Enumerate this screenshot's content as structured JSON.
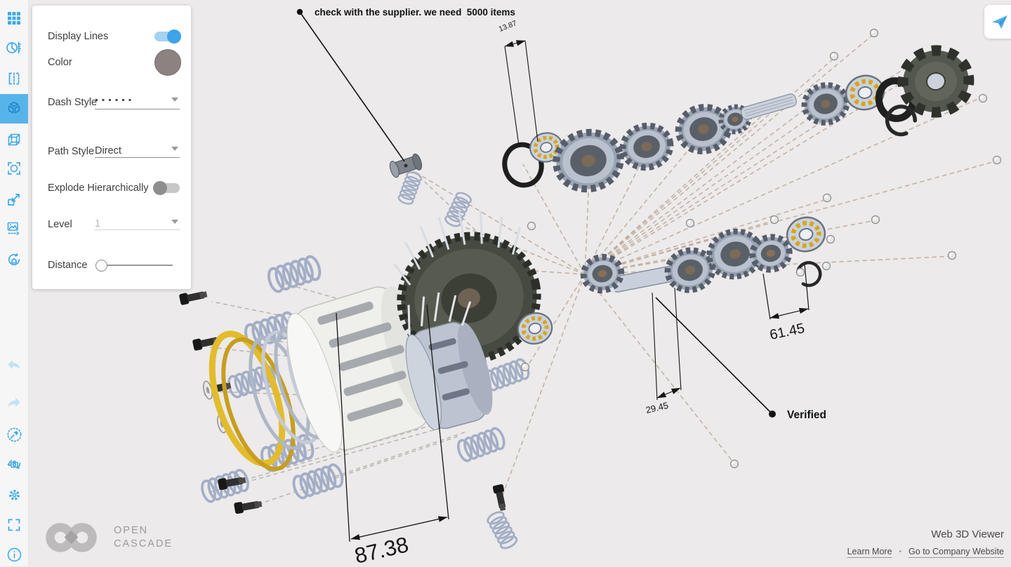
{
  "app": {
    "name": "Web 3D Viewer"
  },
  "sidebar": {
    "icons": [
      "grid",
      "measurements",
      "clipping",
      "explode",
      "cube-view",
      "fit-selection",
      "transform",
      "image-size",
      "reset-view",
      "undo",
      "redo",
      "pin-view",
      "camera-rotate",
      "settings",
      "fullscreen",
      "info"
    ],
    "active_icon": "explode"
  },
  "panel": {
    "display_lines": {
      "label": "Display Lines",
      "value": "on"
    },
    "color": {
      "label": "Color",
      "value": "#8C8280"
    },
    "dash_style": {
      "label": "Dash Style",
      "value": "dotted"
    },
    "path_style": {
      "label": "Path Style",
      "value": "Direct"
    },
    "explode_hierarchically": {
      "label": "Explode Hierarchically",
      "value": "off"
    },
    "level": {
      "label": "Level",
      "value": "1"
    },
    "distance": {
      "label": "Distance",
      "value": "0"
    }
  },
  "annotations": {
    "supplier_note": "check with the supplier. we need  5000 items",
    "verified_note": "Verified"
  },
  "dimensions": {
    "d1": "13.87",
    "d2": "29.45",
    "d3": "61.45",
    "d4": "87.38"
  },
  "footer": {
    "brand_line1": "OPEN",
    "brand_line2": "CASCADE",
    "app_title": "Web 3D Viewer",
    "learn_more_label": "Learn More",
    "separator": "•",
    "company_label": "Go to Company Website"
  },
  "colors": {
    "accent": "#3FA9E8",
    "selected_bg": "#56B4EA",
    "swatch": "#8C8280",
    "explode_lines": "#C0AC9E",
    "canvas_bg": "#ECEAEA"
  }
}
